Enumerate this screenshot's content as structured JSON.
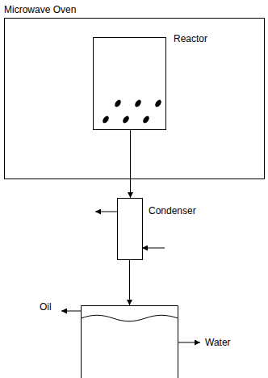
{
  "diagram": {
    "nodes": [
      {
        "text": [
          "Microwave Oven"
        ]
      },
      {
        "text": [
          "Reactor"
        ],
        "in": 0
      },
      {
        "text": [
          "Condenser"
        ]
      }
    ],
    "edges": [
      {
        "from": 1,
        "to": 2,
        "arrow": "to"
      }
    ],
    "labels": [
      "Oil",
      "Water"
    ]
  }
}
